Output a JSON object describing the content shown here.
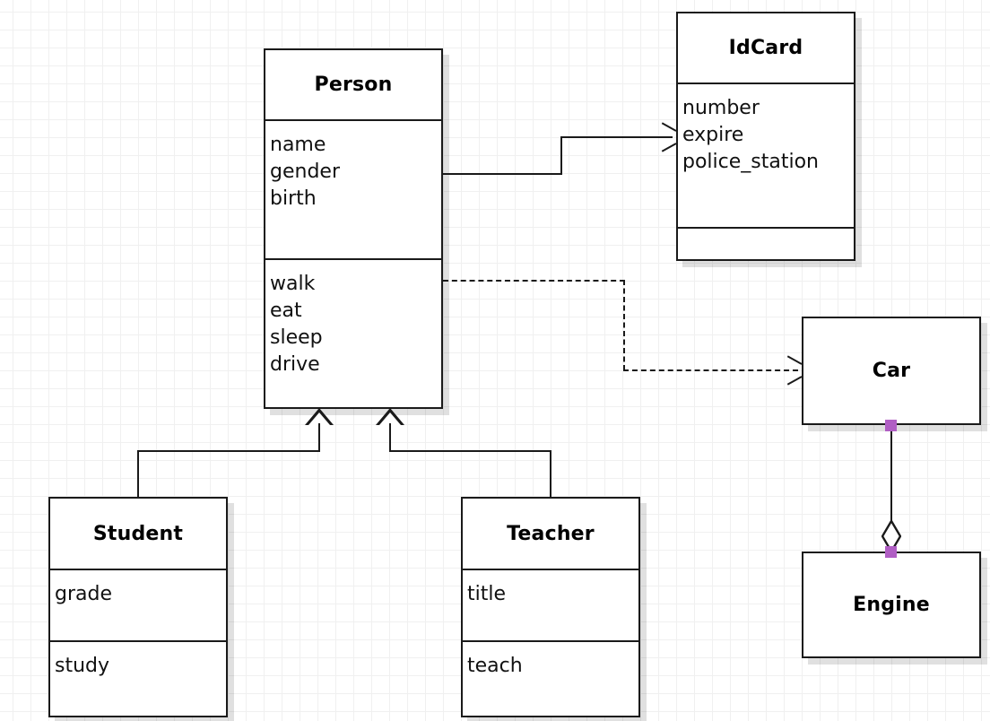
{
  "diagram": {
    "type": "uml-class-diagram",
    "background": "#ffffff",
    "grid_color": "#e6e6e6",
    "line_color": "#1a1a1a",
    "handle_color": "#b05ec4"
  },
  "classes": {
    "person": {
      "name": "Person",
      "attributes": [
        "name",
        "gender",
        "birth"
      ],
      "methods": [
        "walk",
        "eat",
        "sleep",
        "drive"
      ]
    },
    "idcard": {
      "name": "IdCard",
      "attributes": [
        "number",
        "expire",
        "police_station"
      ],
      "methods": []
    },
    "student": {
      "name": "Student",
      "attributes": [
        "grade"
      ],
      "methods": [
        "study"
      ]
    },
    "teacher": {
      "name": "Teacher",
      "attributes": [
        "title"
      ],
      "methods": [
        "teach"
      ]
    },
    "car": {
      "name": "Car",
      "attributes": [],
      "methods": []
    },
    "engine": {
      "name": "Engine",
      "attributes": [],
      "methods": []
    }
  },
  "relations": [
    {
      "id": "person-idcard",
      "kind": "association",
      "from": "Person",
      "to": "IdCard",
      "line": "solid",
      "arrow": "open"
    },
    {
      "id": "person-car",
      "kind": "dependency",
      "from": "Person",
      "to": "Car",
      "line": "dashed",
      "arrow": "open"
    },
    {
      "id": "student-person",
      "kind": "generalization",
      "from": "Student",
      "to": "Person",
      "line": "solid",
      "arrow": "hollow-triangle"
    },
    {
      "id": "teacher-person",
      "kind": "generalization",
      "from": "Teacher",
      "to": "Person",
      "line": "solid",
      "arrow": "hollow-triangle"
    },
    {
      "id": "car-engine",
      "kind": "aggregation",
      "from": "Car",
      "to": "Engine",
      "line": "solid",
      "arrow": "hollow-diamond"
    }
  ]
}
